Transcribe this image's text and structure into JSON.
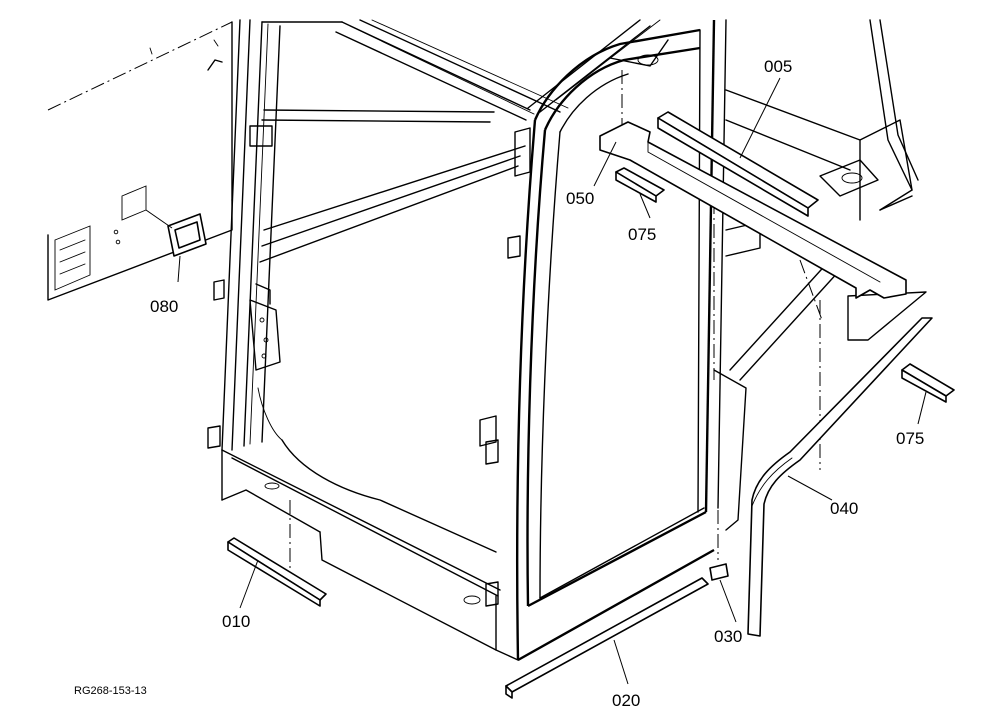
{
  "drawing": {
    "reference": "RG268-153-13",
    "callouts": [
      {
        "id": "c005",
        "label": "005"
      },
      {
        "id": "c010",
        "label": "010"
      },
      {
        "id": "c020",
        "label": "020"
      },
      {
        "id": "c030",
        "label": "030"
      },
      {
        "id": "c040",
        "label": "040"
      },
      {
        "id": "c050",
        "label": "050"
      },
      {
        "id": "c075a",
        "label": "075"
      },
      {
        "id": "c075b",
        "label": "075"
      },
      {
        "id": "c080",
        "label": "080"
      }
    ]
  }
}
